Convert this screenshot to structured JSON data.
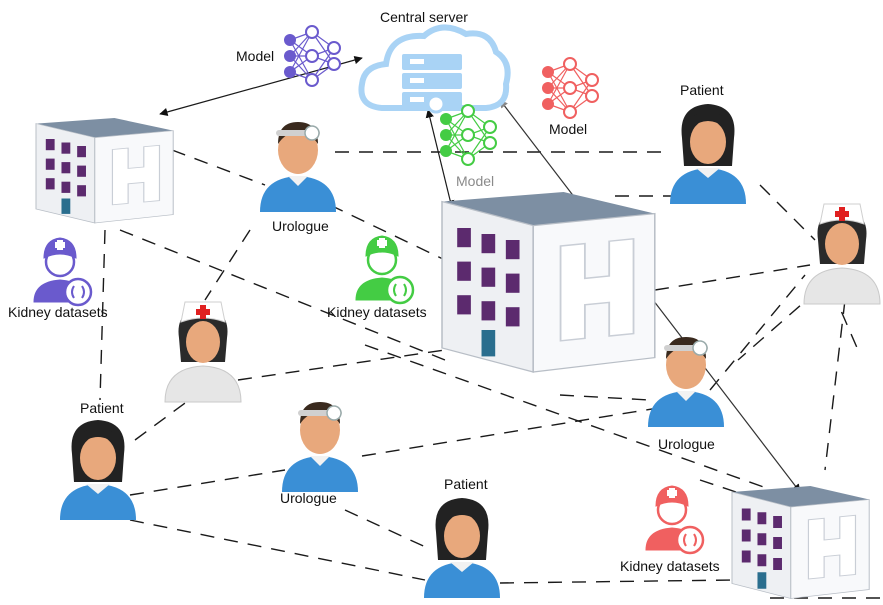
{
  "labels": {
    "central_server": "Central server",
    "model": "Model",
    "patient": "Patient",
    "urologue": "Urologue",
    "kidney_datasets": "Kidney datasets"
  },
  "colors": {
    "blue_model": "#6a5acd",
    "red_model": "#f06060",
    "green_model": "#44cc44",
    "cloud": "#a9d3f5",
    "building_window": "#5c2a6e",
    "skin": "#e8a87c",
    "shirt_blue": "#3a8fd6"
  }
}
